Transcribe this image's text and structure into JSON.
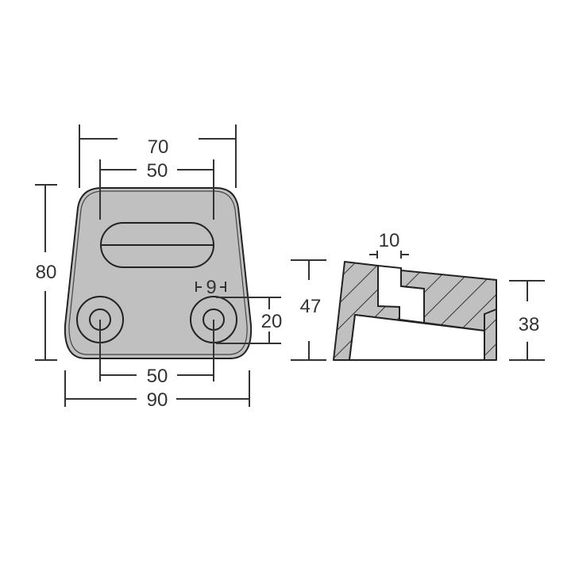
{
  "figure": {
    "description": "Technical drawing of an anode plate: top view (left) and side section view (right)",
    "colors": {
      "body_fill": "#c0c0c0",
      "line": "#333333",
      "edge": "#222222",
      "background": "#ffffff"
    }
  },
  "top_view": {
    "dimensions": {
      "top_outer_width": "70",
      "top_hole_spacing": "50",
      "height": "80",
      "hole_diameter": "9",
      "washer_diameter": "20",
      "bottom_hole_spacing": "50",
      "bottom_width": "90"
    }
  },
  "side_view": {
    "dimensions": {
      "slot_width": "10",
      "left_height": "47",
      "right_height": "38"
    }
  }
}
